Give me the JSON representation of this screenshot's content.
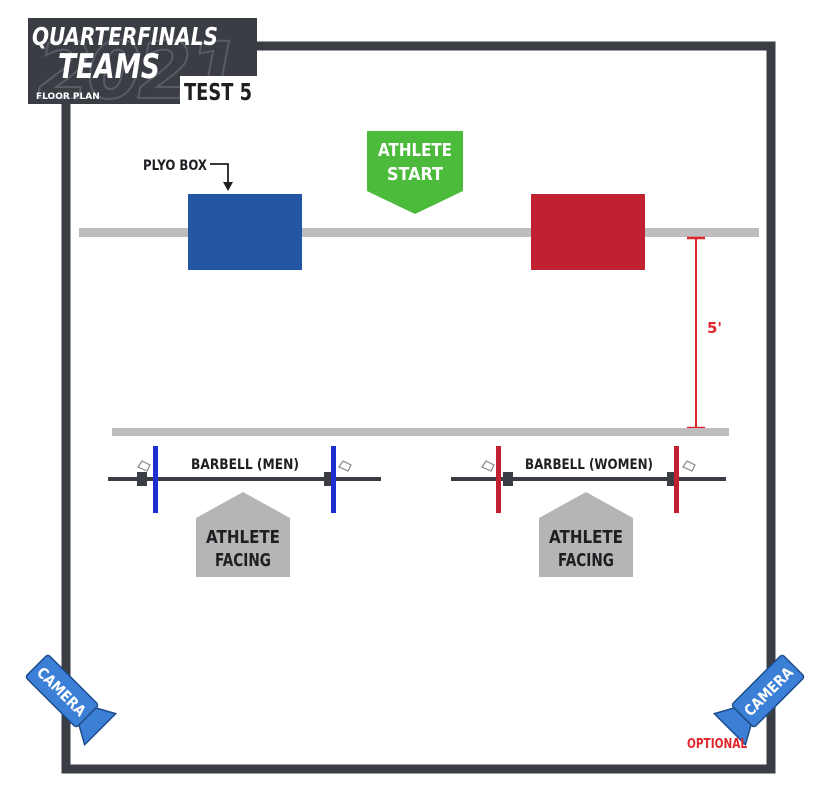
{
  "header": {
    "line1": "QUARTERFINALS",
    "line2": "TEAMS",
    "subtitle": "FLOOR PLAN",
    "test": "TEST 5",
    "watermark": "2021"
  },
  "labels": {
    "plyo_box": "PLYO BOX",
    "athlete_start_1": "ATHLETE",
    "athlete_start_2": "START",
    "distance": "5'",
    "barbell_men": "BARBELL (MEN)",
    "barbell_women": "BARBELL (WOMEN)",
    "athlete_facing_1": "ATHLETE",
    "athlete_facing_2": "FACING",
    "camera": "CAMERA",
    "optional": "OPTIONAL"
  },
  "colors": {
    "floor_border": "#3a3d44",
    "header_bg": "#3a3d44",
    "lane_line": "#bdbdbd",
    "box_blue": "#2457a3",
    "box_red": "#c0202f",
    "start_green": "#4cbb3c",
    "facing_gray": "#b5b5b5",
    "barbell": "#3a3d44",
    "plate_blue": "#1d2fd1",
    "plate_red": "#c0202f",
    "measure_red": "#e0262d",
    "camera_blue": "#3b7fd6",
    "optional_red": "#e0262d"
  }
}
